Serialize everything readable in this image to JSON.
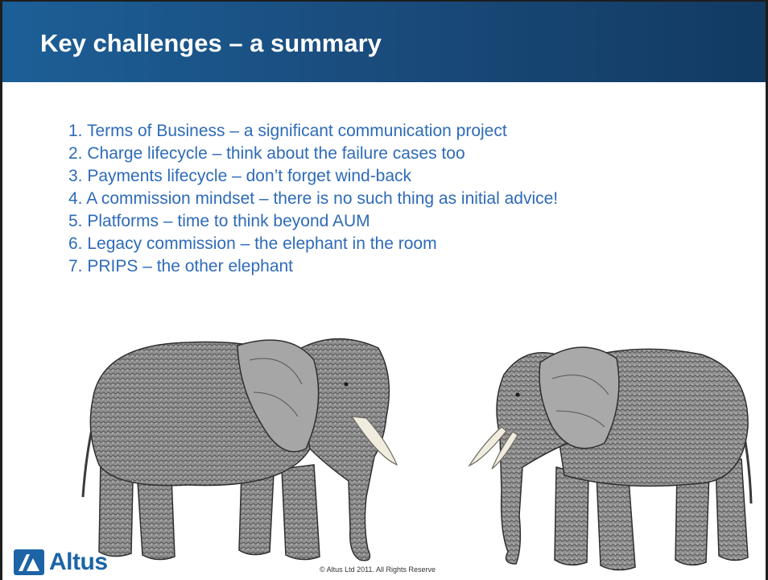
{
  "slide": {
    "title": "Key challenges – a summary",
    "items": [
      "1.  Terms of Business – a significant communication project",
      "2.  Charge lifecycle – think about the failure cases too",
      "3.  Payments lifecycle – don’t forget wind-back",
      "4.  A commission mindset – there is no such thing as initial advice!",
      "5.  Platforms – time to think beyond AUM",
      "6.  Legacy commission – the elephant in the room",
      "7.  PRIPS – the other elephant"
    ]
  },
  "footer": {
    "logo_text": "Altus",
    "copyright": "© Altus Ltd 2011. All Rights Reserve"
  },
  "colors": {
    "header_blue": "#1a4d7e",
    "item_text": "#2e6bb8",
    "logo_blue": "#1c64a6"
  },
  "images": {
    "left_picture": "elephant-illustration",
    "right_picture": "elephant-illustration"
  }
}
